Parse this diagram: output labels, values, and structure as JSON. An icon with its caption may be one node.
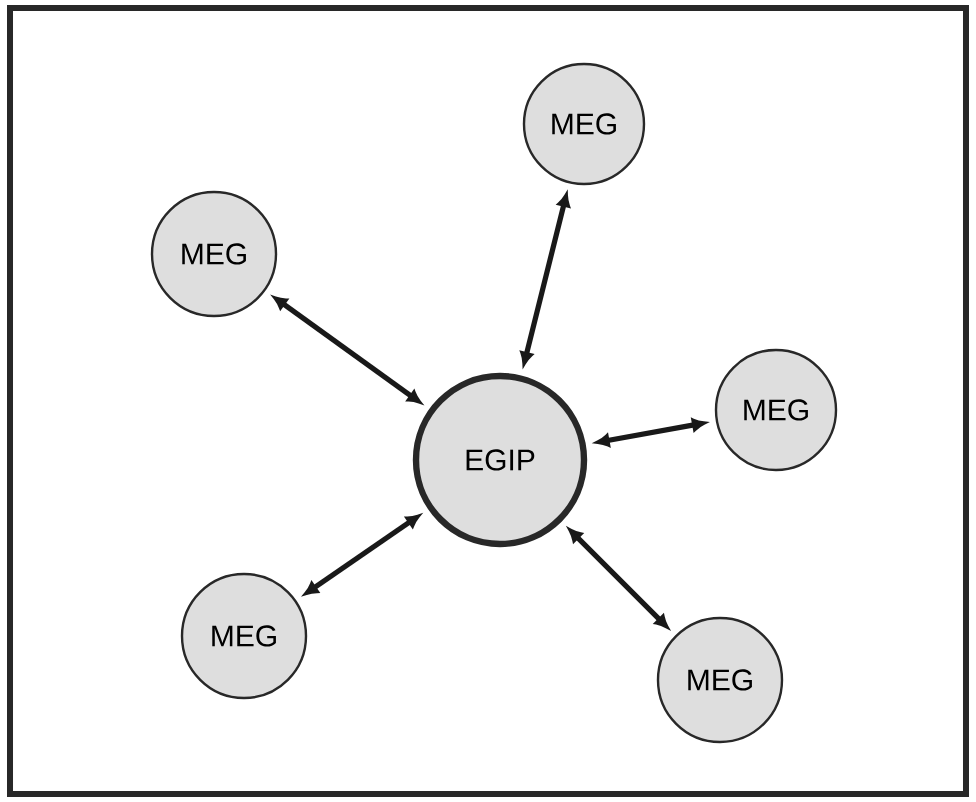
{
  "diagram": {
    "nodes": [
      {
        "text": [
          "MEG"
        ]
      },
      {
        "text": [
          "MEG"
        ]
      },
      {
        "text": [
          "EGIP"
        ]
      },
      {
        "text": [
          "MEG"
        ]
      },
      {
        "text": [
          "MEG"
        ]
      },
      {
        "text": [
          "MEG"
        ]
      }
    ],
    "edges": [
      {
        "from": 2,
        "to": 0,
        "arrow": "both"
      },
      {
        "from": 2,
        "to": 1,
        "arrow": "both"
      },
      {
        "from": 2,
        "to": 3,
        "arrow": "both"
      },
      {
        "from": 2,
        "to": 4,
        "arrow": "both"
      },
      {
        "from": 2,
        "to": 5,
        "arrow": "both"
      }
    ]
  }
}
